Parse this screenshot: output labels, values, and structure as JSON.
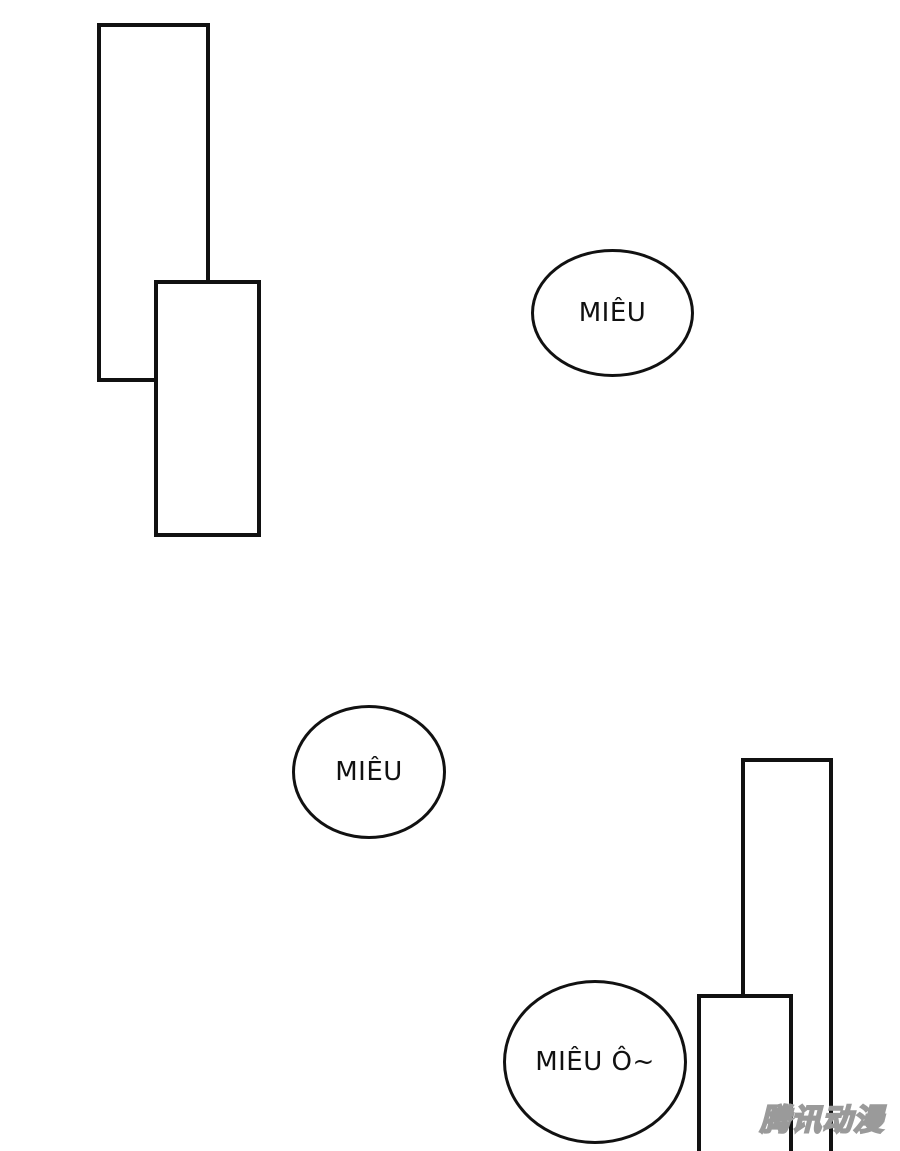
{
  "panels": {
    "bubble_1": {
      "text": "MIÊU"
    },
    "bubble_2": {
      "text": "MIÊU"
    },
    "bubble_3": {
      "text": "MIÊU Ô~"
    }
  },
  "watermark": {
    "text": "腾讯动漫"
  },
  "colors": {
    "background": "#ffffff",
    "outline": "#111111",
    "watermark_outline": "#9a9a9a"
  }
}
